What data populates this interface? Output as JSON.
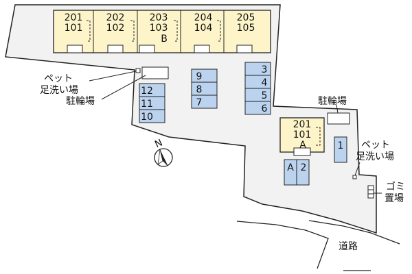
{
  "colors": {
    "lot": "#f2f2f2",
    "building": "#fdf5c9",
    "parking": "#bcd3ef",
    "outline": "#222222"
  },
  "units": [
    {
      "upper": "201",
      "lower": "101",
      "sub": ""
    },
    {
      "upper": "202",
      "lower": "102",
      "sub": ""
    },
    {
      "upper": "203",
      "lower": "103",
      "sub": "B"
    },
    {
      "upper": "204",
      "lower": "104",
      "sub": ""
    },
    {
      "upper": "205",
      "lower": "105",
      "sub": ""
    }
  ],
  "building_a": {
    "upper": "201",
    "lower": "101",
    "sub": "A"
  },
  "parking": {
    "col1": [
      "12",
      "11",
      "10"
    ],
    "col2": [
      "9",
      "8",
      "7"
    ],
    "col3": [
      "3",
      "4",
      "5",
      "6"
    ],
    "space_1": "1",
    "pair": [
      "A",
      "2"
    ]
  },
  "labels": {
    "pet_wash_left_line1": "ペット",
    "pet_wash_left_line2": "足洗い場",
    "bike_left": "駐輪場",
    "bike_right": "駐輪場",
    "pet_wash_right_line1": "ペット",
    "pet_wash_right_line2": "足洗い場",
    "garbage_line1": "ゴミ",
    "garbage_line2": "置場",
    "road": "道路",
    "north": "N"
  }
}
